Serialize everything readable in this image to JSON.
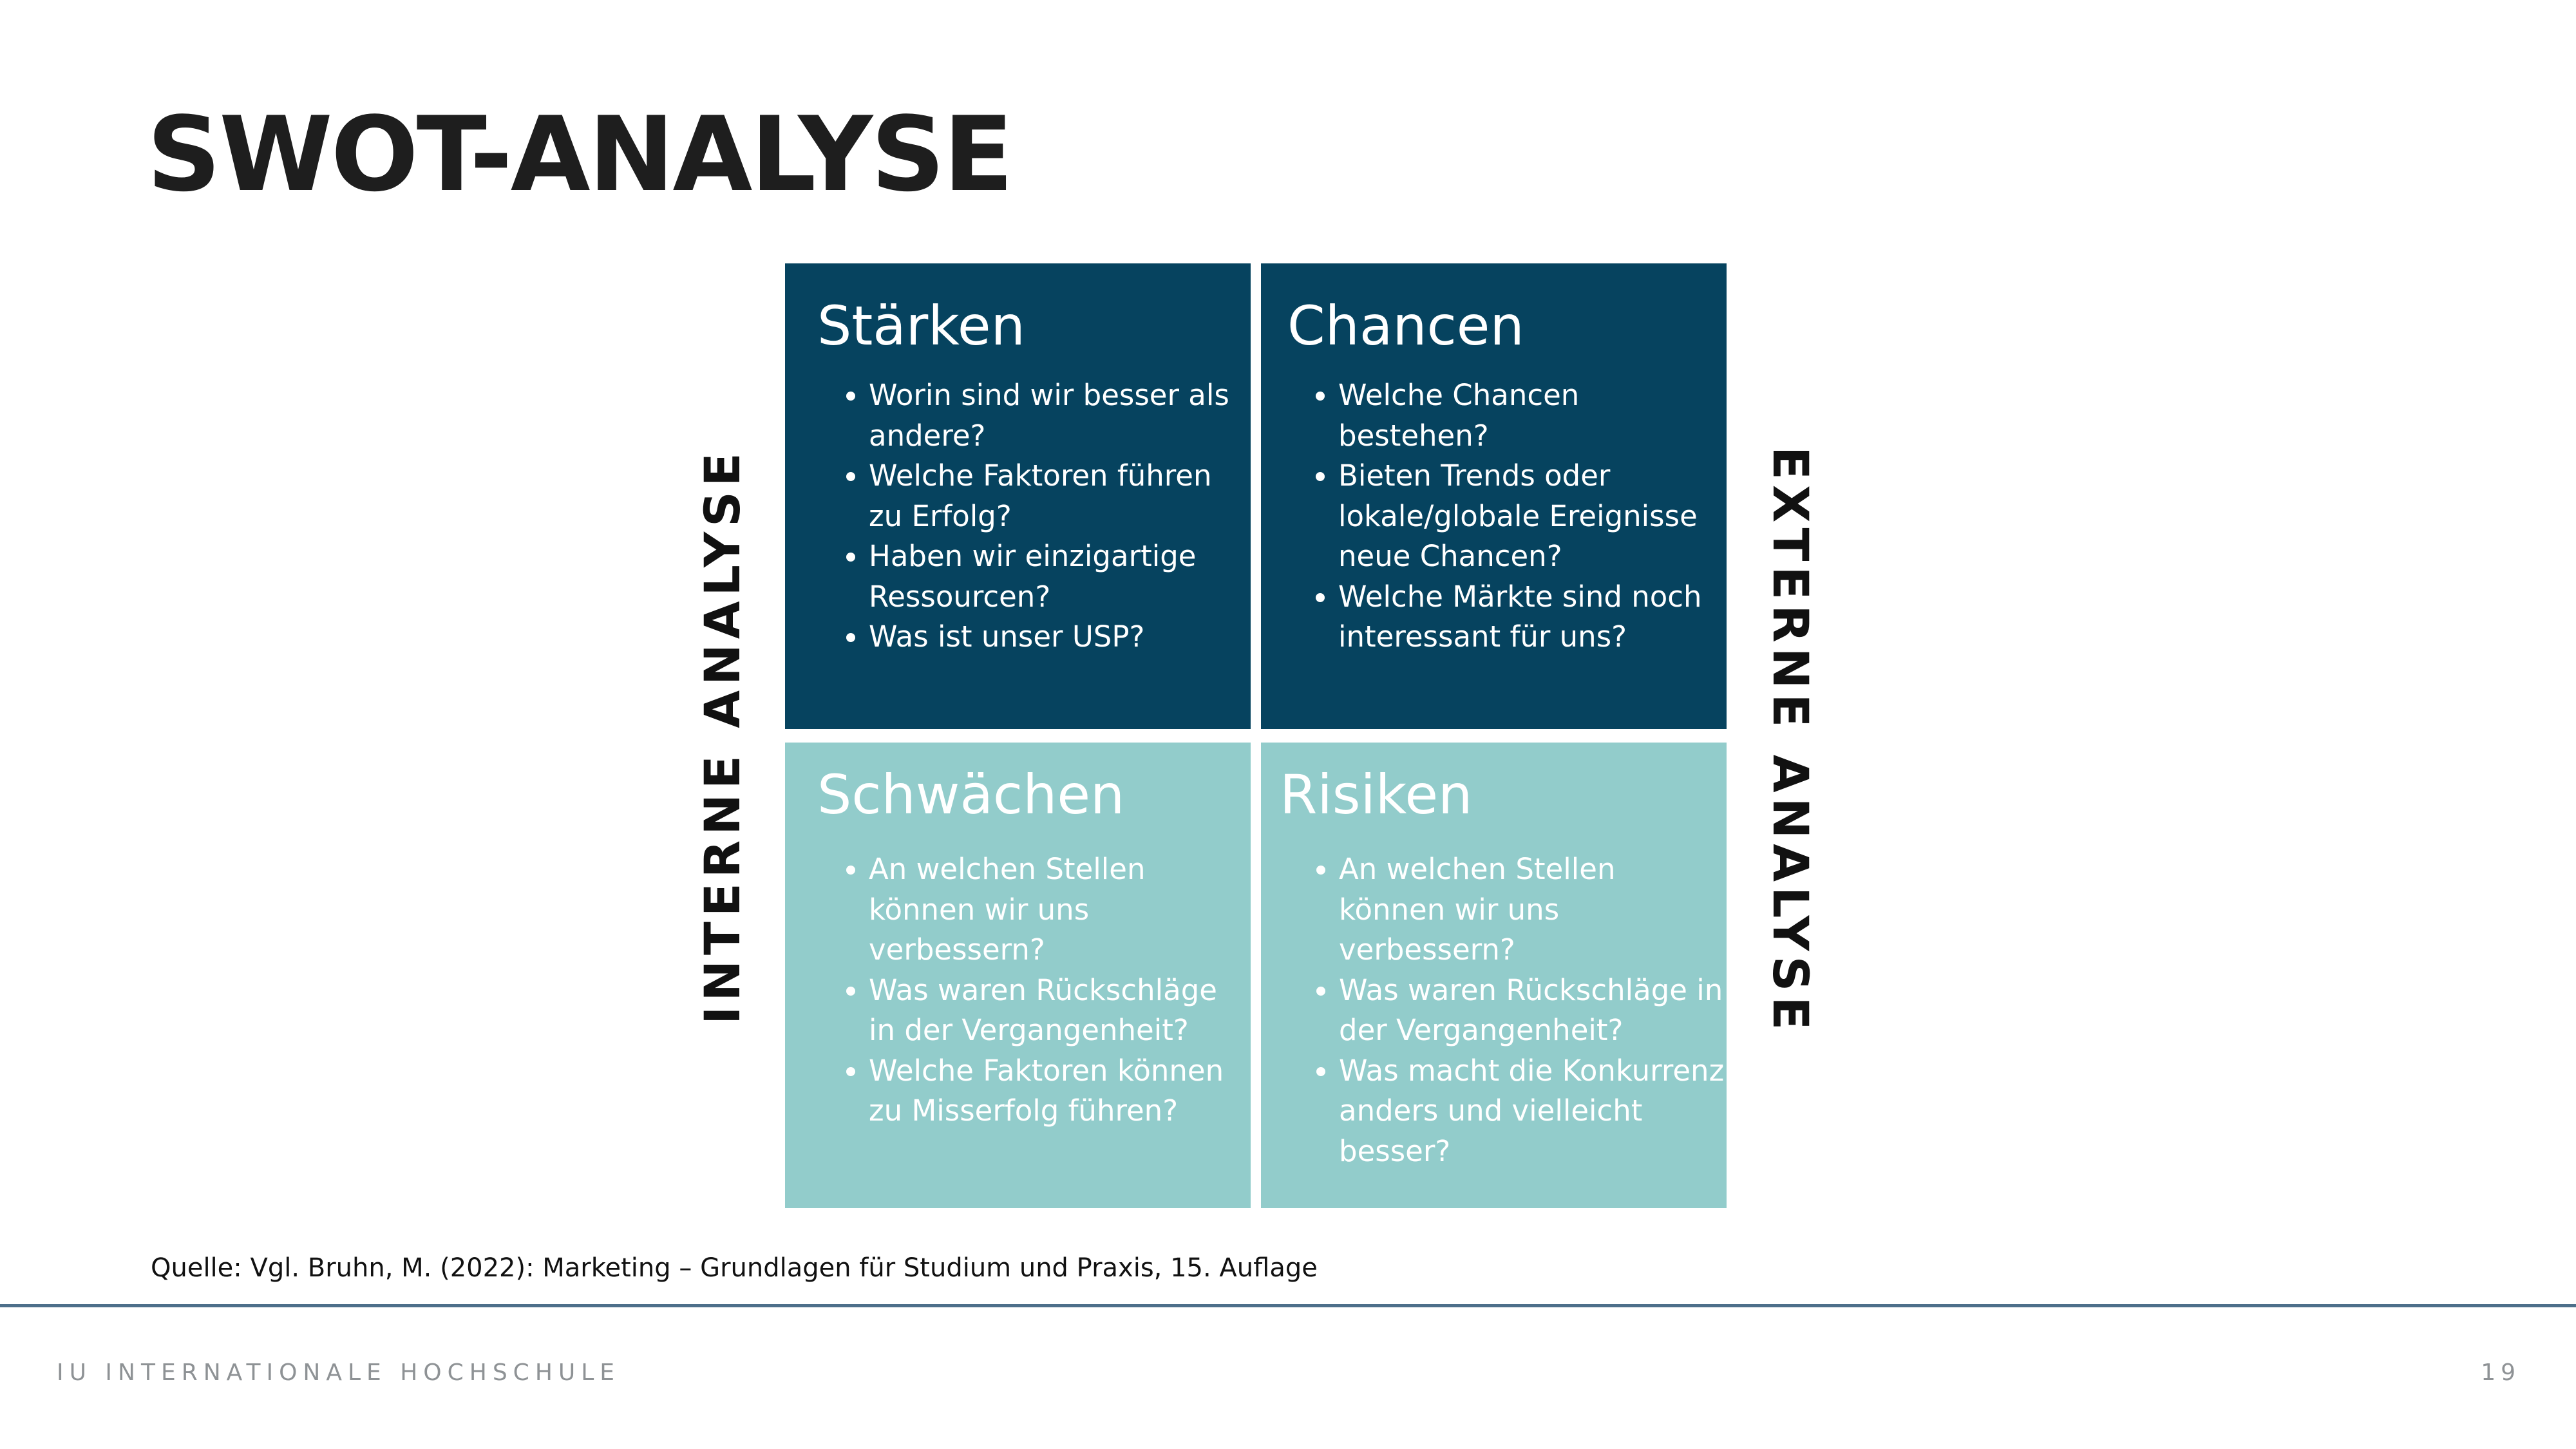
{
  "slide": {
    "title": "SWOT-ANALYSE",
    "source": "Quelle: Vgl. Bruhn, M. (2022): Marketing – Grundlagen für Studium und Praxis, 15. Auflage"
  },
  "axes": {
    "internal": "INTERNE ANALYSE",
    "external": "EXTERNE ANALYSE"
  },
  "quadrants": {
    "strengths": {
      "title": "Stärken",
      "items": [
        "Worin sind wir besser als andere?",
        "Welche Faktoren führen zu Erfolg?",
        "Haben wir einzigartige Ressourcen?",
        "Was ist unser USP?"
      ]
    },
    "opportunities": {
      "title": "Chancen",
      "items": [
        "Welche Chancen bestehen?",
        "Bieten Trends oder lokale/globale Ereignisse neue Chancen?",
        "Welche Märkte sind noch interessant für uns?"
      ]
    },
    "weaknesses": {
      "title": "Schwächen",
      "items": [
        "An welchen Stellen können wir uns verbessern?",
        "Was waren Rückschläge in der Vergangenheit?",
        "Welche Faktoren können zu Misserfolg führen?"
      ]
    },
    "threats": {
      "title": "Risiken",
      "items": [
        "An welchen Stellen können wir uns verbessern?",
        "Was waren Rückschläge in der Vergangenheit?",
        "Was macht die Konkurrenz anders und vielleicht besser?"
      ]
    }
  },
  "footer": {
    "organization": "IU INTERNATIONALE HOCHSCHULE",
    "page_number": "19"
  },
  "colors": {
    "dark_teal": "#06435f",
    "light_teal": "#92cccb",
    "footer_rule": "#4d6f8a",
    "footer_text": "#8e9295"
  }
}
